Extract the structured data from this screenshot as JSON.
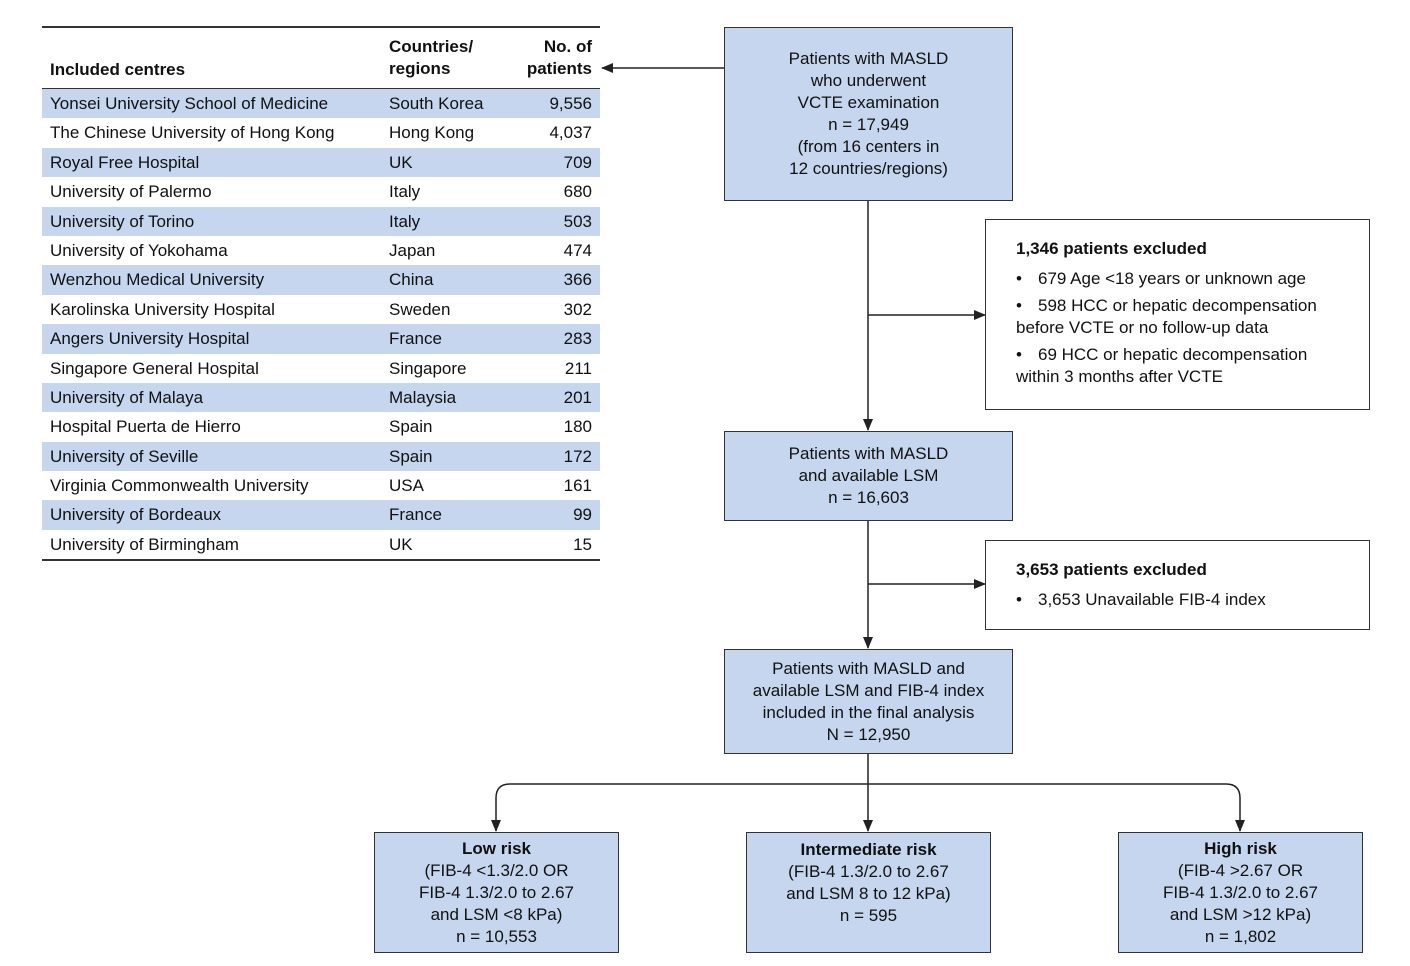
{
  "table": {
    "headers": {
      "centres": "Included centres",
      "countries_line1": "Countries/",
      "countries_line2": "regions",
      "patients_line1": "No. of",
      "patients_line2": "patients"
    },
    "rows": [
      {
        "centre": "Yonsei University School of Medicine",
        "country": "South Korea",
        "n": "9,556"
      },
      {
        "centre": "The Chinese University of Hong Kong",
        "country": "Hong Kong",
        "n": "4,037"
      },
      {
        "centre": "Royal Free Hospital",
        "country": "UK",
        "n": "709"
      },
      {
        "centre": "University of Palermo",
        "country": "Italy",
        "n": "680"
      },
      {
        "centre": "University of Torino",
        "country": "Italy",
        "n": "503"
      },
      {
        "centre": "University of Yokohama",
        "country": "Japan",
        "n": "474"
      },
      {
        "centre": "Wenzhou Medical University",
        "country": "China",
        "n": "366"
      },
      {
        "centre": "Karolinska University Hospital",
        "country": "Sweden",
        "n": "302"
      },
      {
        "centre": "Angers University Hospital",
        "country": "France",
        "n": "283"
      },
      {
        "centre": "Singapore General Hospital",
        "country": "Singapore",
        "n": "211"
      },
      {
        "centre": "University of Malaya",
        "country": "Malaysia",
        "n": "201"
      },
      {
        "centre": "Hospital Puerta de Hierro",
        "country": "Spain",
        "n": "180"
      },
      {
        "centre": "University of Seville",
        "country": "Spain",
        "n": "172"
      },
      {
        "centre": "Virginia Commonwealth University",
        "country": "USA",
        "n": "161"
      },
      {
        "centre": "University of Bordeaux",
        "country": "France",
        "n": "99"
      },
      {
        "centre": "University of Birmingham",
        "country": "UK",
        "n": "15"
      }
    ]
  },
  "flow": {
    "start": {
      "lines": [
        "Patients with MASLD",
        "who underwent",
        "VCTE examination",
        "n = 17,949",
        "(from 16 centers in",
        "12 countries/regions)"
      ]
    },
    "exclusion1": {
      "title": "1,346 patients excluded",
      "items": [
        {
          "line1": "679 Age <18 years or unknown age",
          "line2": ""
        },
        {
          "line1": "598 HCC or hepatic decompensation",
          "line2": "before VCTE or no follow-up data"
        },
        {
          "line1": "69  HCC or hepatic decompensation",
          "line2": "within 3 months after VCTE"
        }
      ]
    },
    "lsm": {
      "lines": [
        "Patients with MASLD",
        "and available LSM",
        "n = 16,603"
      ]
    },
    "exclusion2": {
      "title": "3,653 patients excluded",
      "items": [
        {
          "line1": "3,653 Unavailable FIB-4 index",
          "line2": ""
        }
      ]
    },
    "final": {
      "lines": [
        "Patients with MASLD and",
        "available LSM and FIB-4 index",
        "included in the final analysis",
        "N = 12,950"
      ]
    },
    "risk": [
      {
        "title": "Low risk",
        "lines": [
          "(FIB-4 <1.3/2.0 OR",
          "FIB-4 1.3/2.0 to 2.67",
          "and LSM <8 kPa)",
          "n = 10,553"
        ]
      },
      {
        "title": "Intermediate risk",
        "lines": [
          "(FIB-4 1.3/2.0 to 2.67",
          "and LSM 8 to 12 kPa)",
          "n = 595"
        ]
      },
      {
        "title": "High risk",
        "lines": [
          "(FIB-4 >2.67 OR",
          "FIB-4 1.3/2.0 to 2.67",
          "and LSM >12 kPa)",
          "n = 1,802"
        ]
      }
    ],
    "bullet": "•"
  },
  "colors": {
    "box_fill": "#c5d6ee",
    "border": "#333333",
    "stripe": "#c5d6ee"
  }
}
